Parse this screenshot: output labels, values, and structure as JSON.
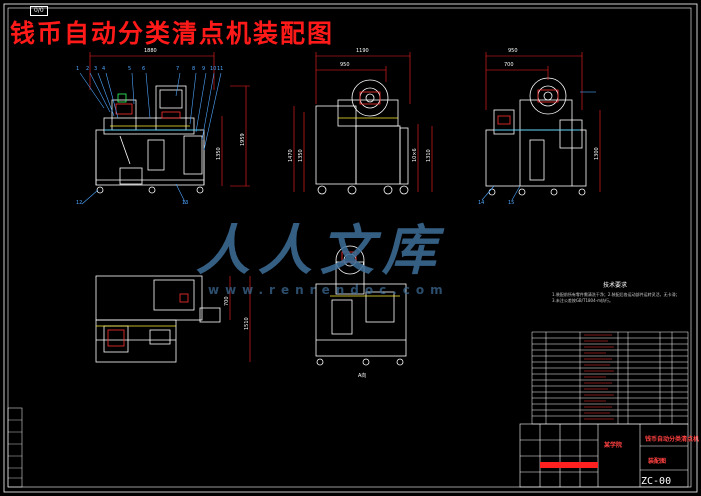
{
  "drawing": {
    "title": "钱币自动分类清点机装配图",
    "corner_tag": "0/0",
    "drawing_code": "ZC-00",
    "view_label": "A向",
    "notes_title": "技术要求",
    "notes_text": "1.装配前所有零件需清洗干净；2.装配后各运动部件运转灵活，无卡滞；3.未注公差按GB/T1804-m执行。"
  },
  "dimensions": {
    "front_width": "1880",
    "front_height": "1959",
    "front_inner": "1350",
    "side_width": "1190",
    "side_inner": "950",
    "side_heights": [
      "1470",
      "1350",
      "10×6",
      "1310"
    ],
    "right_width": "950",
    "right_inner": "700",
    "right_height": "1300",
    "plan_width": "700",
    "plan_height": "1510"
  },
  "balloons": [
    "1",
    "2",
    "3",
    "4",
    "5",
    "6",
    "7",
    "8",
    "9",
    "10",
    "11",
    "12",
    "13",
    "14",
    "15"
  ],
  "title_block": {
    "company": "某学院",
    "drawing_name": "钱币自动分类清点机",
    "material": "装配图"
  },
  "watermark": {
    "text": "人人文库",
    "url": "www.renrendoc.com"
  },
  "colors": {
    "background": "#000000",
    "lines": "#ffffff",
    "title": "#ff1a1a",
    "dimension": "#ff2020",
    "leader": "#4da6ff",
    "border": "#ffffff"
  }
}
